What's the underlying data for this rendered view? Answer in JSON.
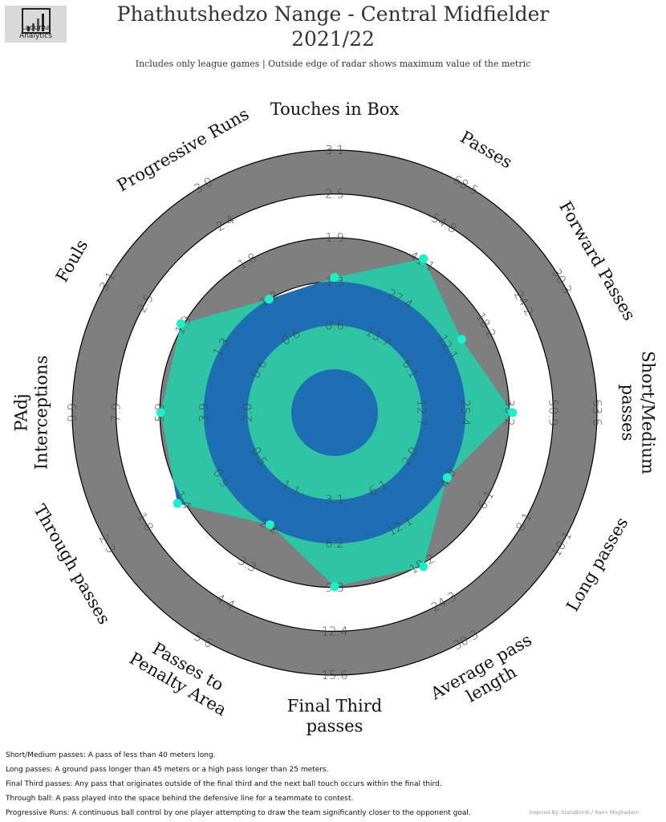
{
  "header": {
    "logo_text": "Laduma Analytics",
    "title_line1": "Phathutshedzo Nange - Central Midfielder",
    "title_line2": "2021/22",
    "subtitle": "Includes only league games | Outside edge of radar shows maximum value of the metric"
  },
  "colors": {
    "band_grey": "#7f7f7f",
    "series_a": "#2ec4a4",
    "series_b": "#1e6eb4",
    "marker": "#1cf0c8",
    "logo_bg": "#d9d9d9"
  },
  "chart_data": {
    "type": "radar",
    "grid": false,
    "metrics": [
      {
        "label": "Touches in Box",
        "ticks": [
          "0.6",
          "1.3",
          "1.9",
          "2.5",
          "3.1"
        ],
        "max": 3.1
      },
      {
        "label": "Passes",
        "ticks": [
          "13.7",
          "27.4",
          "41.1",
          "54.8",
          "68.5"
        ],
        "max": 68.5
      },
      {
        "label": "Forward Passes",
        "ticks": [
          "6.1",
          "12.1",
          "18.2",
          "24.2",
          "30.3"
        ],
        "max": 30.3
      },
      {
        "label": "Short/Medium passes",
        "ticks": [
          "12.7",
          "25.4",
          "38.2",
          "50.9",
          "63.6"
        ],
        "max": 63.6
      },
      {
        "label": "Long passes",
        "ticks": [
          "2.0",
          "4.0",
          "6.1",
          "8.1",
          "10.1"
        ],
        "max": 10.1
      },
      {
        "label": "Average pass length",
        "ticks": [
          "6.1",
          "12.1",
          "18.2",
          "24.3",
          "30.3"
        ],
        "max": 30.3
      },
      {
        "label": "Final Third passes",
        "ticks": [
          "3.1",
          "6.2",
          "9.3",
          "12.4",
          "15.6"
        ],
        "max": 15.6
      },
      {
        "label": "Passes to Penalty Area",
        "ticks": [
          "1.1",
          "2.2",
          "3.3",
          "4.4",
          "5.6"
        ],
        "max": 5.6
      },
      {
        "label": "Through passes",
        "ticks": [
          "0.5",
          "0.9",
          "1.4",
          "1.8",
          "2.3"
        ],
        "max": 2.3
      },
      {
        "label": "PAdj Interceptions",
        "ticks": [
          "2.0",
          "3.9",
          "5.9",
          "7.9",
          "9.9"
        ],
        "max": 9.9
      },
      {
        "label": "Fouls",
        "ticks": [
          "0.6",
          "1.3",
          "1.9",
          "2.5",
          "3.1"
        ],
        "max": 3.1
      },
      {
        "label": "Progressive Runs",
        "ticks": [
          "0.6",
          "1.2",
          "1.8",
          "2.4",
          "3.0"
        ],
        "max": 3.0
      }
    ],
    "values": [
      1.3,
      42.0,
      14.3,
      39.1,
      4.0,
      18.6,
      9.3,
      2.2,
      1.45,
      5.9,
      1.9,
      1.2
    ],
    "markers": true
  },
  "notes": [
    "Short/Medium passes: A pass of less than 40 meters long.",
    "Long passes: A ground pass longer than 45 meters or a high pass longer than 25 meters.",
    "Final Third passes: Any pass that originates outside of the final third and the next ball touch occurs within the final third.",
    "Through ball: A pass played into the space behind the defensive line for a teammate to contest.",
    "Progressive Runs: A continuous ball control by one player attempting to draw the team significantly closer to the opponent goal."
  ],
  "credit": "Inspired By: StatsBomb / Rami Moghadam"
}
